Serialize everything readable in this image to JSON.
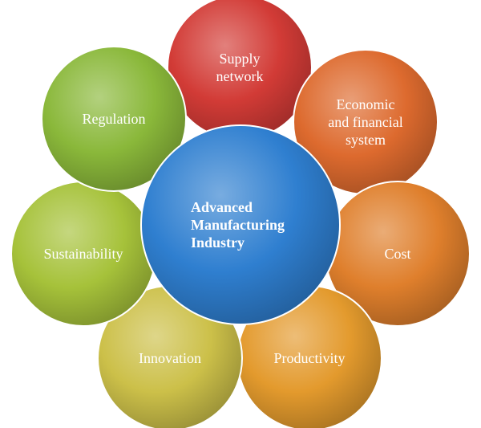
{
  "diagram": {
    "center": {
      "lines": [
        "Advanced",
        "Manufacturing",
        "Industry"
      ],
      "color": "#2f7fd0"
    },
    "nodes": [
      {
        "id": "supply-network",
        "lines": [
          "Supply",
          "network"
        ],
        "color": "#d23b36"
      },
      {
        "id": "economic-financial-system",
        "lines": [
          "Economic",
          "and financial",
          "system"
        ],
        "color": "#dd6a2e"
      },
      {
        "id": "cost",
        "lines": [
          "Cost"
        ],
        "color": "#df7f2c"
      },
      {
        "id": "productivity",
        "lines": [
          "Productivity"
        ],
        "color": "#e39a2d"
      },
      {
        "id": "innovation",
        "lines": [
          "Innovation"
        ],
        "color": "#ccc049"
      },
      {
        "id": "sustainability",
        "lines": [
          "Sustainability"
        ],
        "color": "#a6c23a"
      },
      {
        "id": "regulation",
        "lines": [
          "Regulation"
        ],
        "color": "#8ab83a"
      }
    ]
  }
}
